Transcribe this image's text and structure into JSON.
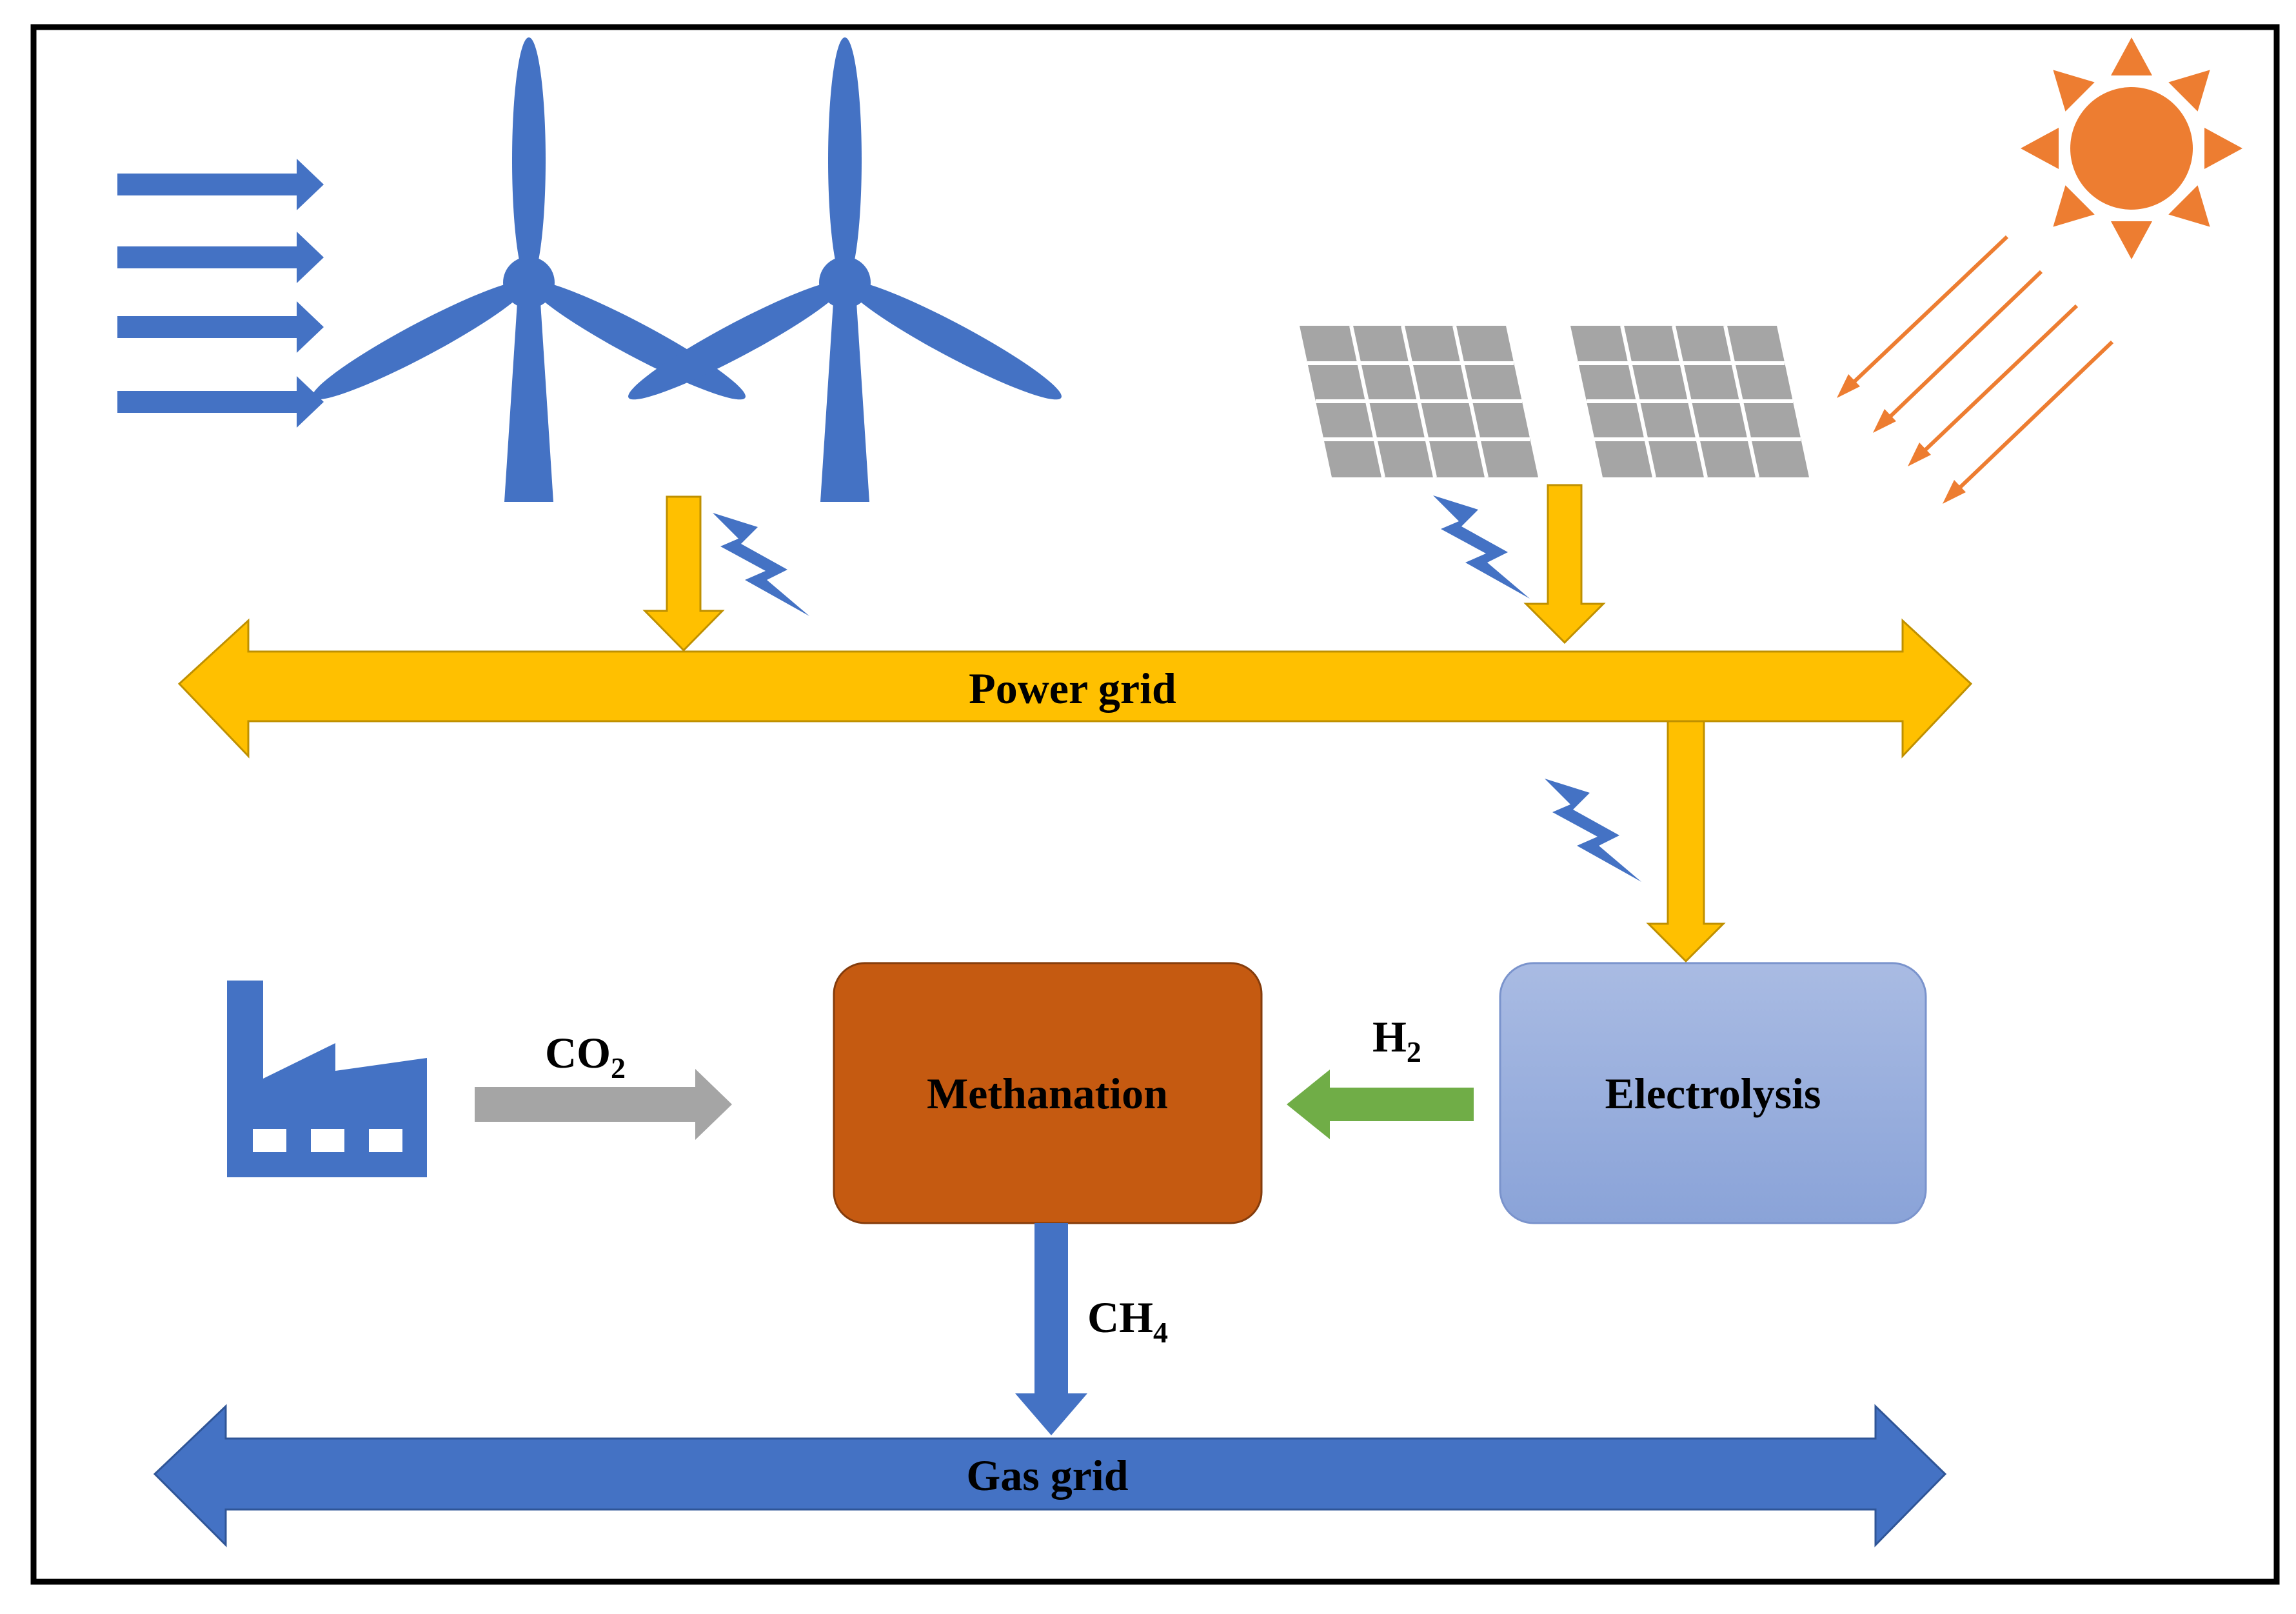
{
  "colors": {
    "wind": "#4472C4",
    "power": "#FFC000",
    "power_outline": "#BF9000",
    "sun": "#ED7D31",
    "solar_panel": "#A5A5A5",
    "methanation": "#C55A11",
    "electrolysis": "#8EA9DB",
    "co2_arrow": "#A5A5A5",
    "h2_arrow": "#70AD47",
    "gas": "#4472C4",
    "lightning": "#4472C4"
  },
  "icons": {
    "wind": "wind-arrows-icon",
    "turbine": "wind-turbine-icon",
    "solar": "solar-panel-icon",
    "sun": "sun-icon",
    "factory": "factory-icon",
    "lightning": "lightning-bolt-icon"
  },
  "labels": {
    "power_grid": "Power grid",
    "gas_grid": "Gas grid",
    "methanation": "Methanation",
    "electrolysis": "Electrolysis",
    "co2_main": "CO",
    "co2_sub": "2",
    "h2_main": "H",
    "h2_sub": "2",
    "ch4_main": "CH",
    "ch4_sub": "4"
  }
}
